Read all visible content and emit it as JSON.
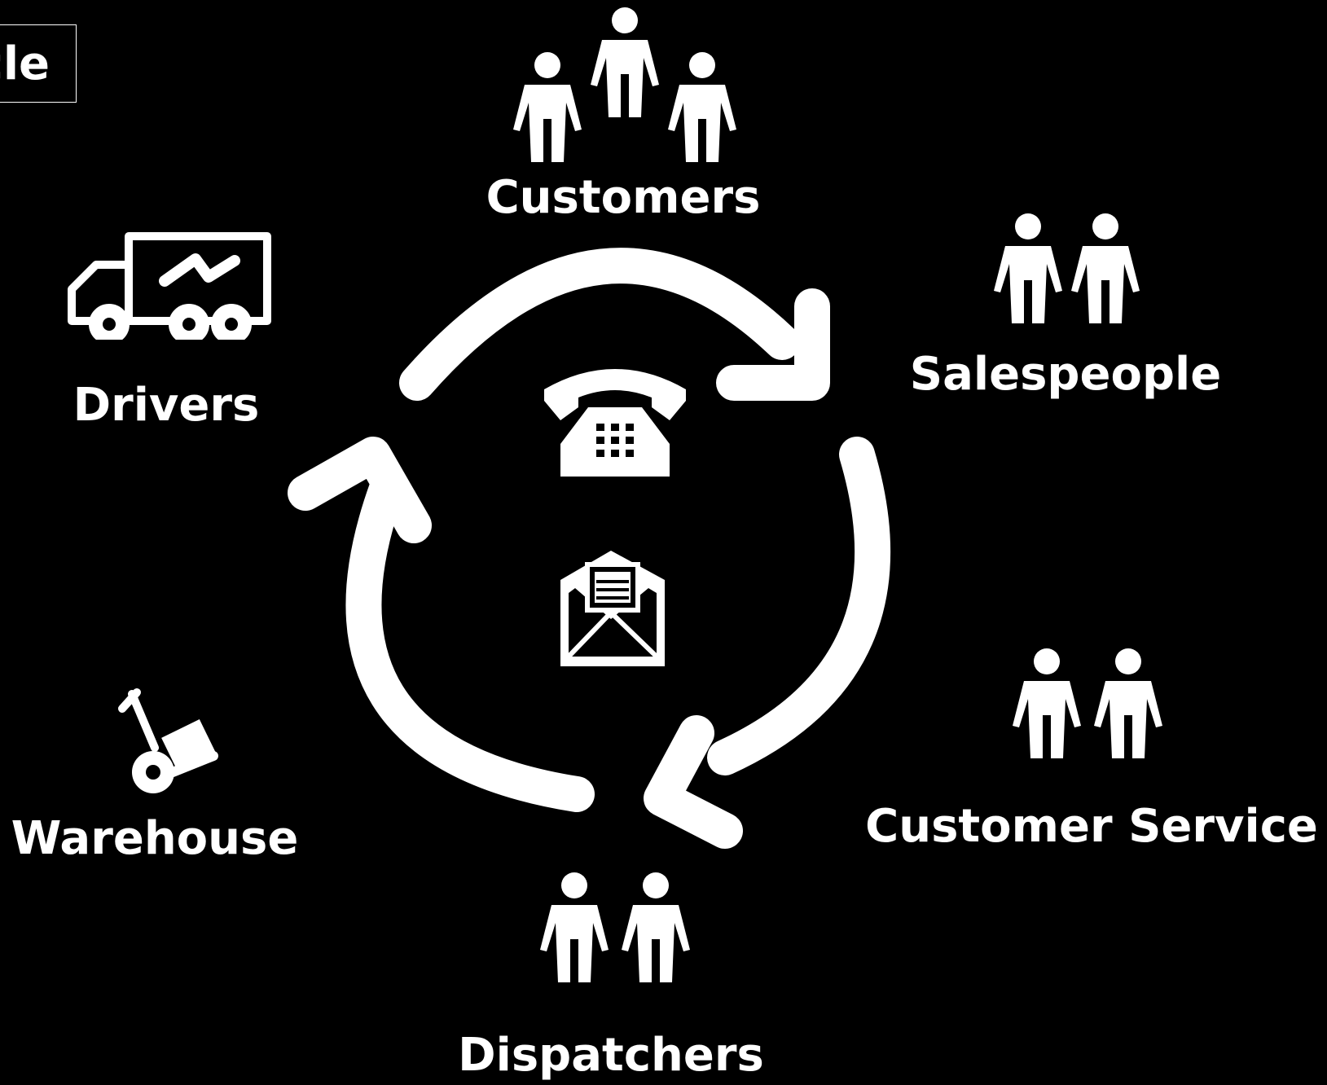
{
  "title_fragment": "cle",
  "center_icons": [
    "telephone-icon",
    "envelope-icon"
  ],
  "cycle_arrow_count": 3,
  "colors": {
    "background": "#000000",
    "foreground": "#ffffff"
  },
  "nodes": {
    "customers": {
      "label": "Customers",
      "icon": "people-group-icon"
    },
    "salespeople": {
      "label": "Salespeople",
      "icon": "people-pair-icon"
    },
    "customer_service": {
      "label": "Customer Service",
      "icon": "people-pair-icon"
    },
    "dispatchers": {
      "label": "Dispatchers",
      "icon": "people-pair-icon"
    },
    "warehouse": {
      "label": "Warehouse",
      "icon": "hand-truck-icon"
    },
    "drivers": {
      "label": "Drivers",
      "icon": "delivery-truck-icon"
    }
  }
}
